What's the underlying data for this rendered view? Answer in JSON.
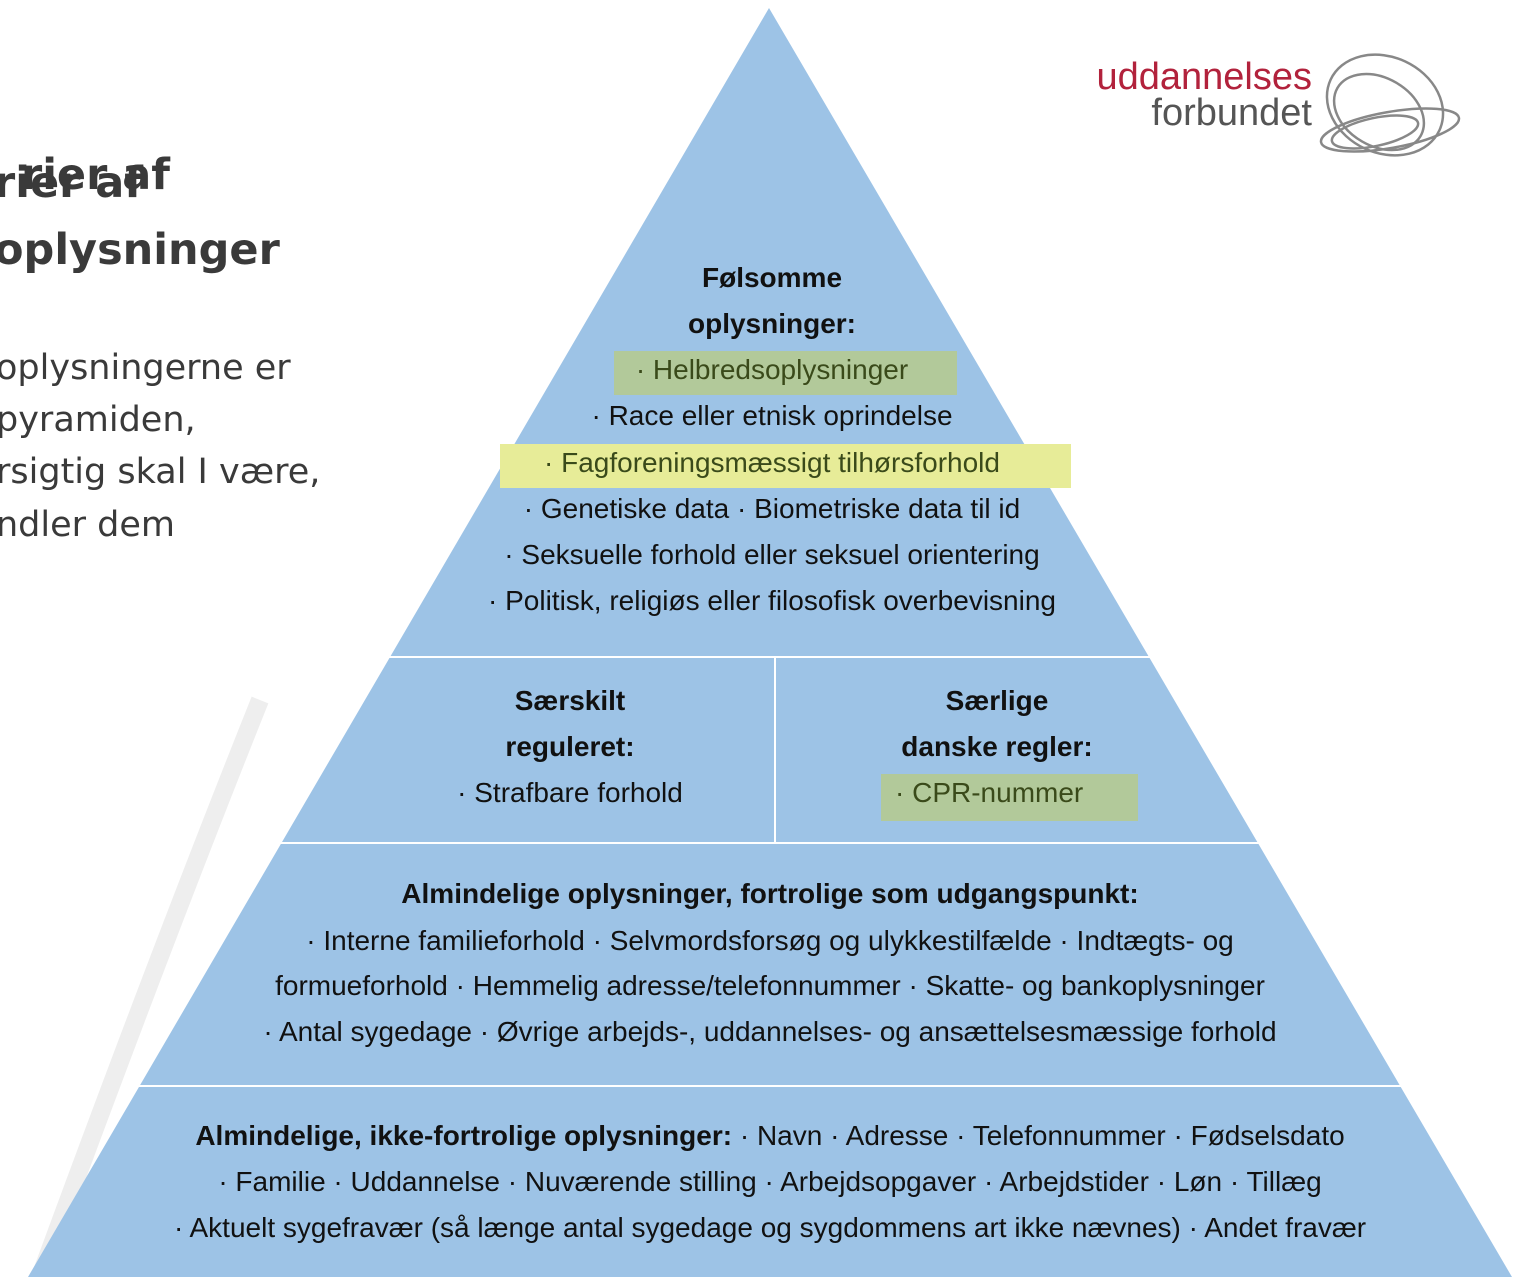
{
  "slide": {
    "title_lines": [
      "rier af",
      "oplysninger"
    ],
    "body_lines": [
      "oplysningerne er",
      "pyramiden,",
      "rsigtig skal I være,",
      "ndler dem"
    ]
  },
  "logo": {
    "line1": "uddannelses",
    "line2": "forbundet",
    "line1_color": "#b2223c",
    "line2_color": "#555555"
  },
  "pyramid": {
    "fill_color": "#9dc3e6",
    "tier1": {
      "heading": [
        "Følsomme",
        "oplysninger:"
      ],
      "items": [
        "· Helbredsoplysninger",
        "· Race eller etnisk oprindelse",
        "· Fagforeningsmæssigt tilhørsforhold",
        "· Genetiske data · Biometriske data til id",
        "· Seksuelle forhold eller seksuel orientering",
        "· Politisk, religiøs eller filosofisk overbevisning"
      ]
    },
    "tier2_left": {
      "heading": [
        "Særskilt",
        "reguleret:"
      ],
      "items": [
        "· Strafbare forhold"
      ]
    },
    "tier2_right": {
      "heading": [
        "Særlige",
        "danske regler:"
      ],
      "items": [
        "· CPR-nummer"
      ]
    },
    "tier3": {
      "heading": "Almindelige oplysninger, fortrolige som udgangspunkt:",
      "lines": [
        "· Interne familieforhold · Selvmordsforsøg og ulykkestilfælde · Indtægts- og",
        "formueforhold · Hemmelig adresse/telefonnummer · Skatte- og bankoplysninger",
        "· Antal sygedage · Øvrige arbejds-, uddannelses- og ansættelsesmæssige forhold"
      ]
    },
    "tier4": {
      "heading": "Almindelige, ikke-fortrolige oplysninger:",
      "line1_rest": " · Navn · Adresse · Telefonnummer · Fødselsdato",
      "lines": [
        "· Familie · Uddannelse · Nuværende stilling · Arbejdsopgaver · Arbejdstider · Løn · Tillæg",
        "· Aktuelt sygefravær (så længe antal sygedage og sygdommens art ikke nævnes) · Andet fravær"
      ]
    }
  }
}
